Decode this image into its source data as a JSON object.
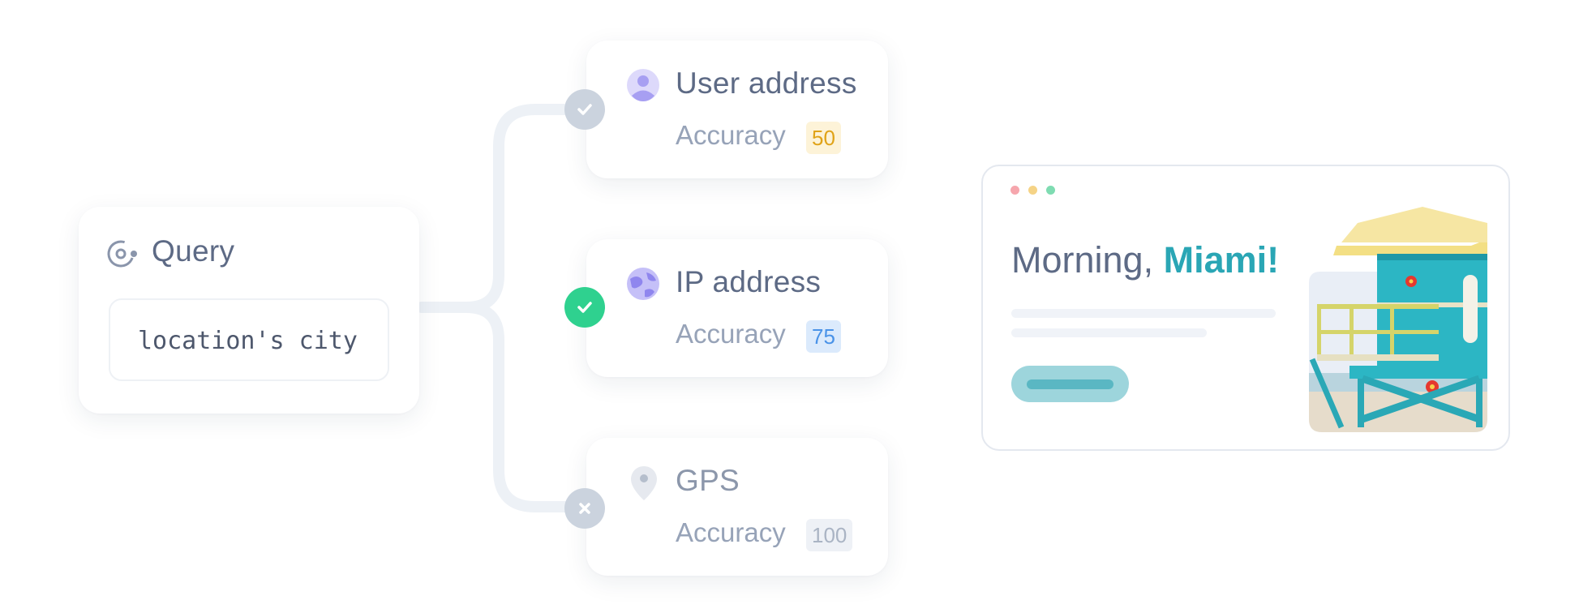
{
  "query": {
    "title": "Query",
    "value": "location's city"
  },
  "sources": [
    {
      "title": "User address",
      "accuracy_label": "Accuracy",
      "accuracy": "50",
      "status": "checked"
    },
    {
      "title": "IP address",
      "accuracy_label": "Accuracy",
      "accuracy": "75",
      "status": "selected"
    },
    {
      "title": "GPS",
      "accuracy_label": "Accuracy",
      "accuracy": "100",
      "status": "rejected"
    }
  ],
  "result": {
    "greeting": "Morning,",
    "city": "Miami!"
  },
  "icons": {
    "query": "target-icon",
    "user_address": "user-icon",
    "ip_address": "globe-icon",
    "gps": "map-pin-icon"
  },
  "colors": {
    "selected": "#2fd18f",
    "neutral": "#cbd3de",
    "badge_50_bg": "#fdf3d8",
    "badge_50_fg": "#e0a318",
    "badge_75_bg": "#dbeafc",
    "badge_75_fg": "#4a93e8",
    "badge_100_bg": "#eef1f6",
    "badge_100_fg": "#aab4c4",
    "city": "#2aa6b5"
  }
}
